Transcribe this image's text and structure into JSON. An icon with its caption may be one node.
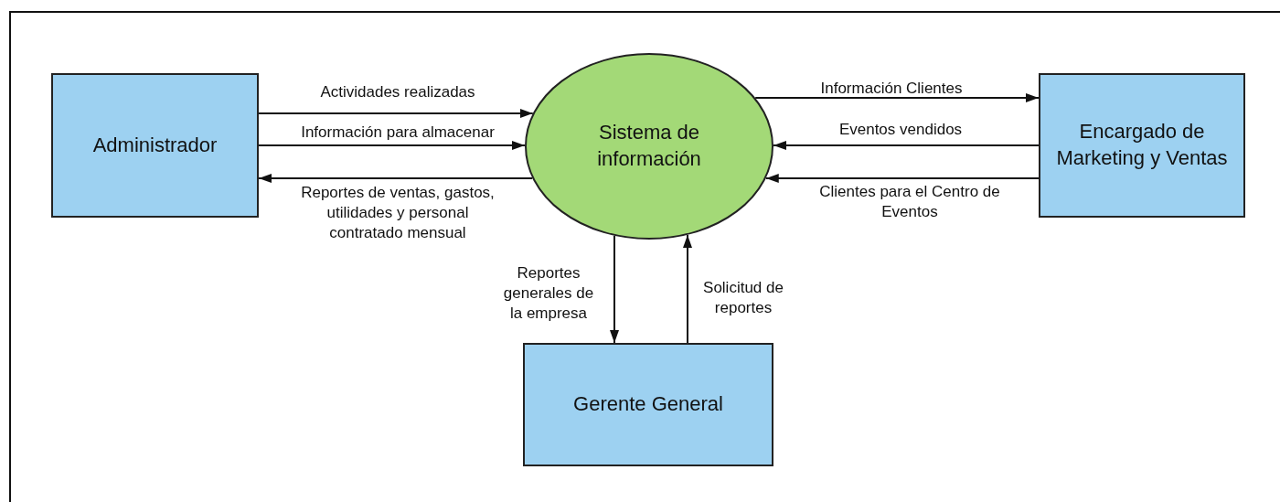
{
  "diagram": {
    "nodes": [
      {
        "text": [
          "Administrador"
        ]
      },
      {
        "text": [
          "Sistema de información"
        ]
      },
      {
        "text": [
          "Encargado de Marketing y Ventas"
        ]
      },
      {
        "text": [
          "Gerente General"
        ]
      }
    ],
    "edges": [
      {
        "from": 0,
        "to": 1,
        "arrow": "to",
        "label": "Actividades realizadas"
      },
      {
        "from": 0,
        "to": 1,
        "arrow": "to",
        "label": "Información para almacenar"
      },
      {
        "from": 1,
        "to": 0,
        "arrow": "to",
        "label": "Reportes de ventas, gastos, utilidades y personal contratado mensual"
      },
      {
        "from": 1,
        "to": 2,
        "arrow": "to",
        "label": "Información Clientes"
      },
      {
        "from": 2,
        "to": 1,
        "arrow": "to",
        "label": "Eventos vendidos"
      },
      {
        "from": 2,
        "to": 1,
        "arrow": "to",
        "label": "Clientes para el Centro de Eventos"
      },
      {
        "from": 1,
        "to": 3,
        "arrow": "to",
        "label": "Reportes generales de la empresa"
      },
      {
        "from": 3,
        "to": 1,
        "arrow": "to",
        "label": "Solicitud de reportes"
      }
    ]
  }
}
